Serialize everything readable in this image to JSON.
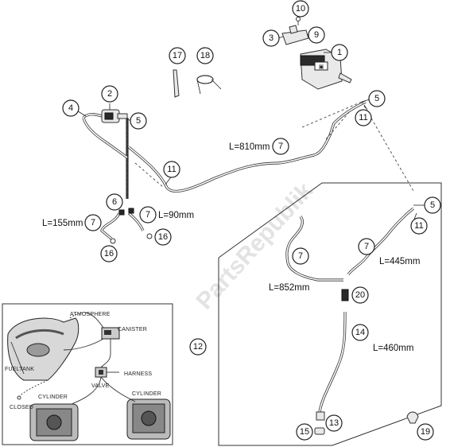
{
  "watermark": "PartsRepublik",
  "callouts": [
    "1",
    "2",
    "3",
    "4",
    "5",
    "6",
    "7",
    "9",
    "10",
    "11",
    "12",
    "13",
    "14",
    "15",
    "16",
    "17",
    "18",
    "19",
    "20"
  ],
  "lengths": {
    "l810": "L=810mm",
    "l155": "L=155mm",
    "l90": "L=90mm",
    "l852": "L=852mm",
    "l445": "L=445mm",
    "l460": "L=460mm"
  },
  "inset": {
    "atmosphere": "ATMOSPHERE",
    "canister": "CANISTER",
    "fueltank": "FUELTANK",
    "harness": "HARNESS",
    "valve": "VALVE",
    "cylinder_left": "CYLINDER",
    "cylinder_right": "CYLINDER",
    "closed": "CLOSED"
  }
}
